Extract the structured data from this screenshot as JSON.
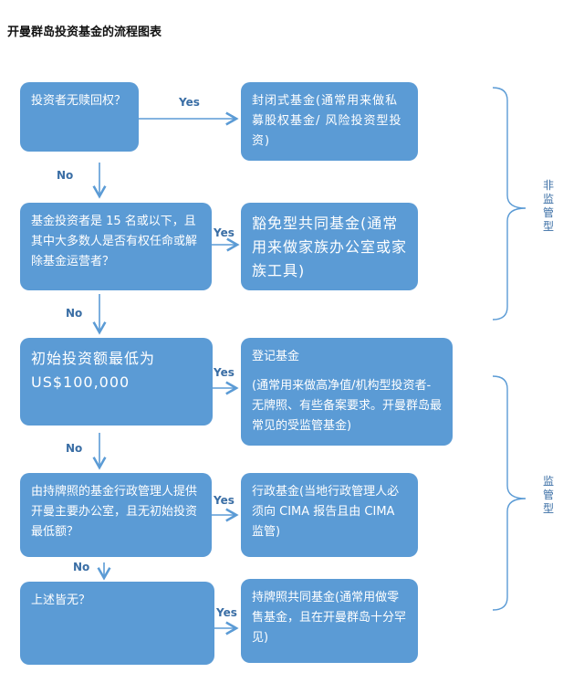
{
  "title": "开曼群岛投资基金的流程图表",
  "q1": "投资者无赎回权？",
  "q2": "基金投资者是 15 名或以下，且其中大多数人是否有权任命或解除基金运营者？",
  "q3": "初始投资额最低为 US$100,000",
  "q4": "由持牌照的基金行政管理人提供开曼主要办公室，且无初始投资最低额？",
  "q5": "上述皆无？",
  "r1": "封闭式基金(通常用来做私募股权基金/ 风险投资型投资)",
  "r2": "豁免型共同基金(通常用来做家族办公室或家族工具)",
  "r3_title": "登记基金",
  "r3_body": "(通常用来做高净值/机构型投资者-无牌照、有些备案要求。开曼群岛最常见的受监管基金)",
  "r4": "行政基金(当地行政管理人必须向 CIMA 报告且由 CIMA 监管)",
  "r5": "持牌照共同基金(通常用做零售基金，且在开曼群岛十分罕见)",
  "yes": "Yes",
  "no": "No",
  "group_unregulated": "非监管型",
  "group_regulated": "监管型",
  "colors": {
    "box": "#5b9bd5",
    "line": "#3a6ea5",
    "label": "#3a6ea5"
  }
}
